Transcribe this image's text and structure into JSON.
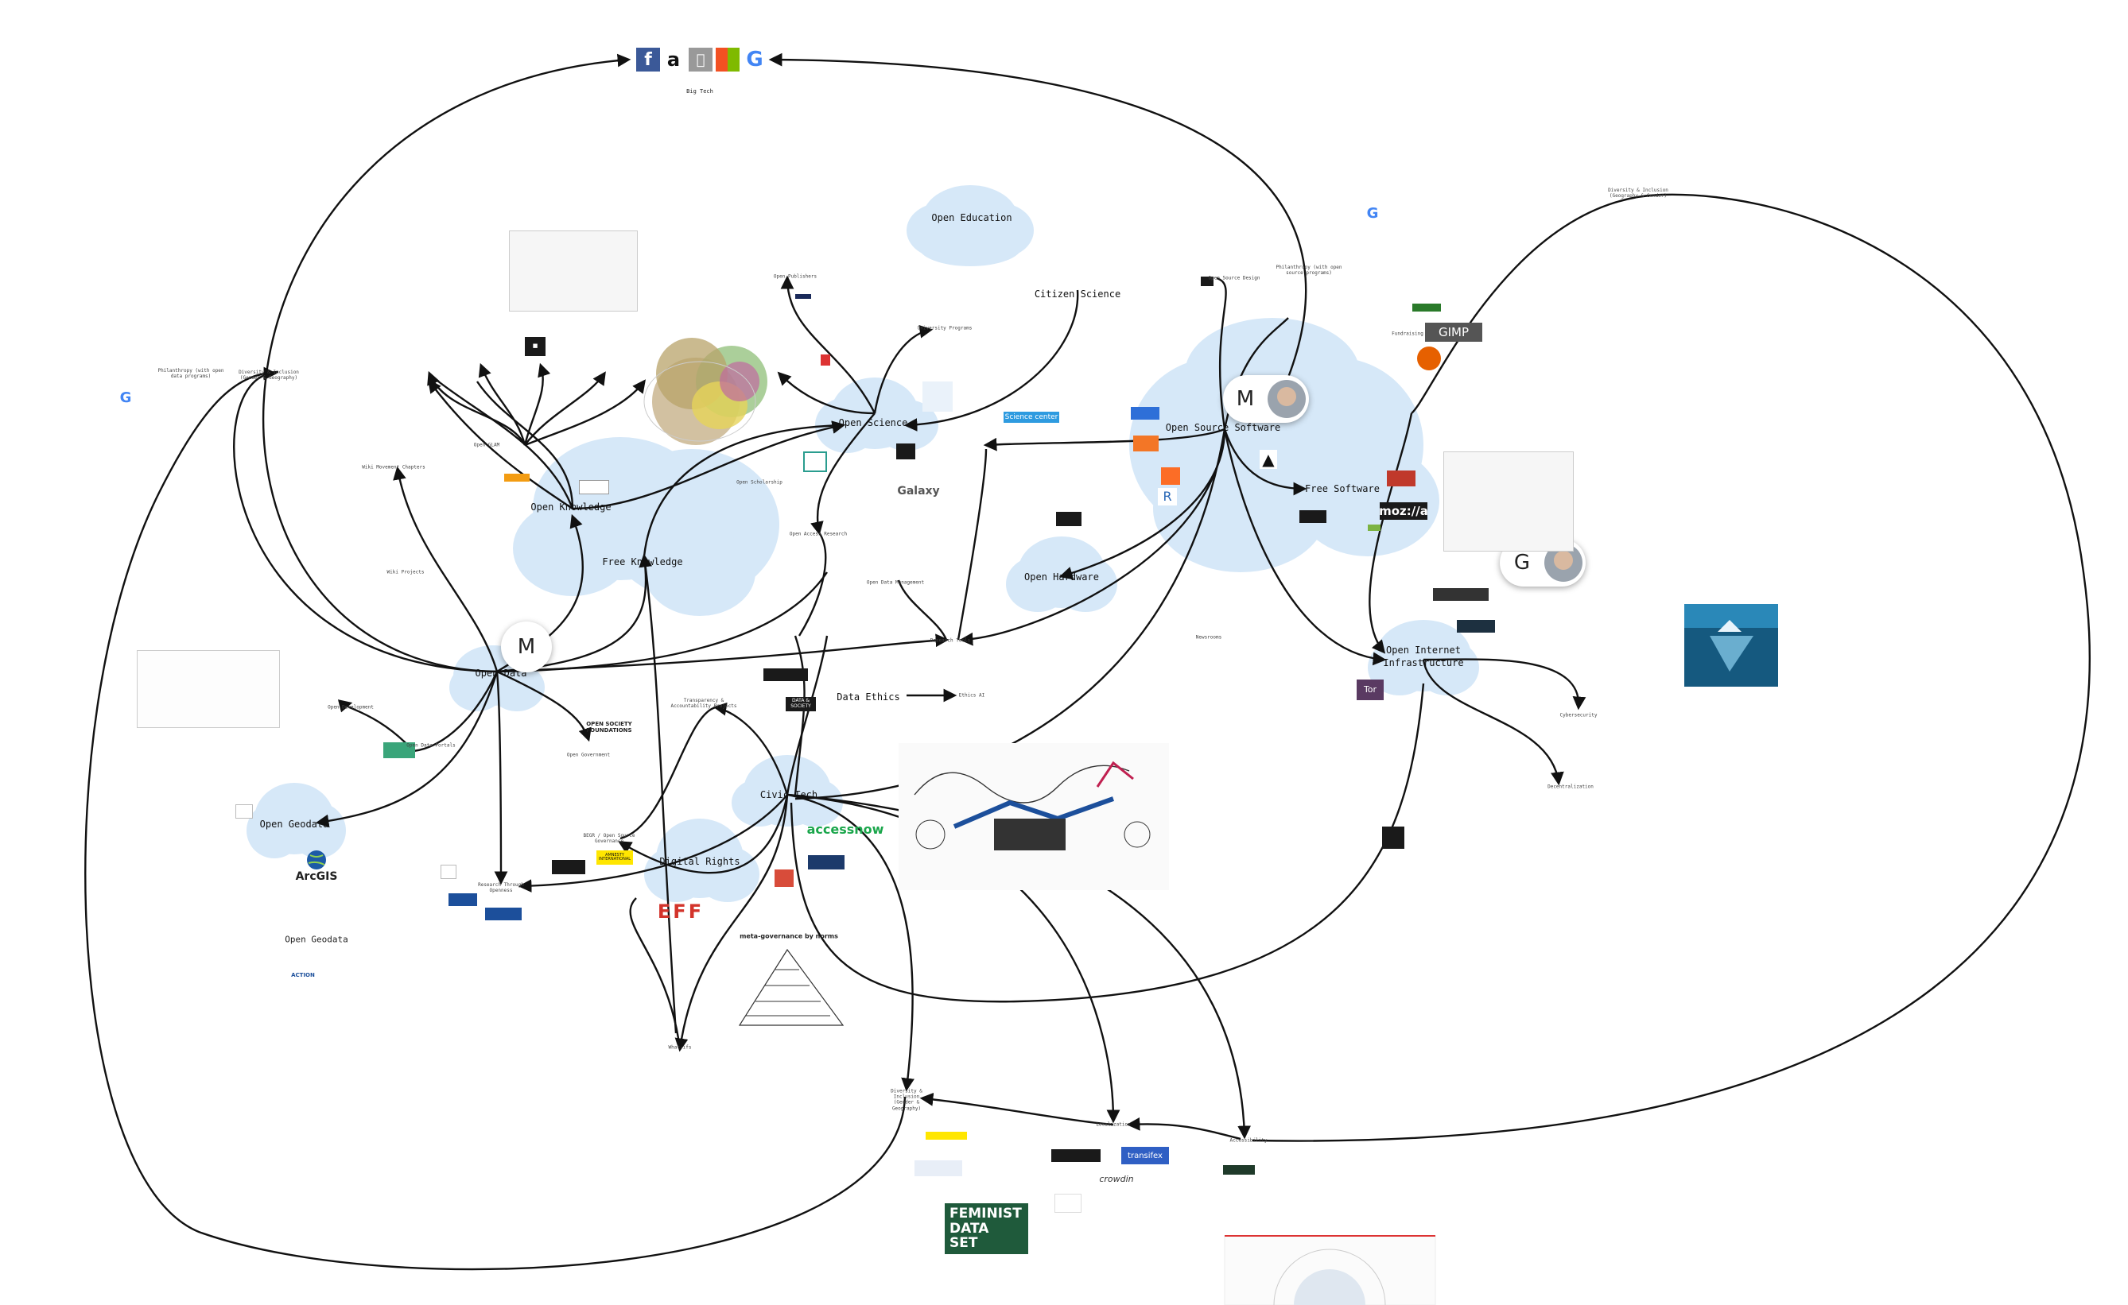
{
  "clouds": [
    {
      "id": "open-education",
      "label": "Open Education"
    },
    {
      "id": "open-science",
      "label": "Open Science"
    },
    {
      "id": "open-knowledge",
      "label": "Open Knowledge"
    },
    {
      "id": "free-knowledge",
      "label": "Free Knowledge"
    },
    {
      "id": "open-data",
      "label": "Open Data"
    },
    {
      "id": "open-geodata",
      "label": "Open Geodata"
    },
    {
      "id": "civic-tech",
      "label": "Civic Tech"
    },
    {
      "id": "digital-rights",
      "label": "Digital Rights"
    },
    {
      "id": "open-hardware",
      "label": "Open Hardware"
    },
    {
      "id": "open-source-software",
      "label": "Open Source Software"
    },
    {
      "id": "free-software",
      "label": "Free Software"
    },
    {
      "id": "open-internet-infrastructure",
      "label": "Open Internet\nInfrastructure"
    }
  ],
  "labels": {
    "big_tech": "Big Tech",
    "citizen_science": "Citizen Science",
    "data_ethics": "Data Ethics",
    "open_geodata_2": "Open Geodata",
    "action": "ACTION",
    "accessnow": "accessnow",
    "arcgis": "ArcGIS",
    "mozilla": "moz://a",
    "gimp": "GIMP",
    "galaxy": "Galaxy",
    "transifex": "transifex",
    "crowdin": "crowdin",
    "feminist_data_set": "FEMINIST\nDATA\nSET",
    "tor": "Tor",
    "eff": "EFF",
    "netherlands_esc": "Science center",
    "open_society": "OPEN SOCIETY\nFOUNDATIONS",
    "data_society": "DATA &\nSOCIETY",
    "amnesty": "AMNESTY\nINTERNATIONAL",
    "meta_pyramid": "meta-governance by norms"
  },
  "avatars": {
    "a1": {
      "initial": "M",
      "color": "#f7d6da"
    },
    "a2": {
      "initial": "M",
      "color": "#f7d6da"
    },
    "a3": {
      "initial": "G",
      "color": "#7dc6ef"
    }
  },
  "colors": {
    "cloud": "#d6e8f8",
    "edge": "#111111",
    "eff_red": "#d3342b",
    "accessnow_green": "#1aa64b",
    "transifex_blue": "#2f5fc4",
    "feminist_green": "#1f5a3b"
  }
}
